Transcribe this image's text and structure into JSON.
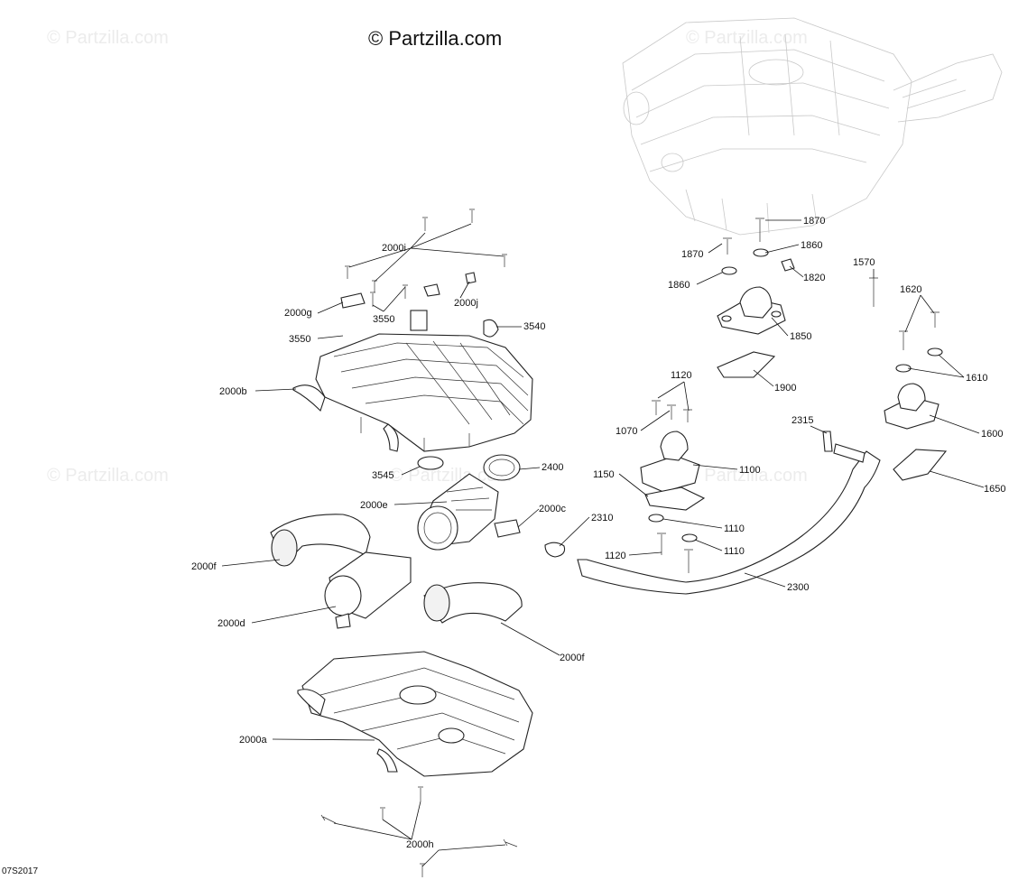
{
  "copyright": "© Partzilla.com",
  "watermark": "© Partzilla.com",
  "drawing_code": "07S2017",
  "callouts": [
    {
      "id": "c-2000i",
      "text": "2000i"
    },
    {
      "id": "c-2000j",
      "text": "2000j"
    },
    {
      "id": "c-2000g",
      "text": "2000g"
    },
    {
      "id": "c-3550a",
      "text": "3550"
    },
    {
      "id": "c-3550b",
      "text": "3550"
    },
    {
      "id": "c-3540",
      "text": "3540"
    },
    {
      "id": "c-2000b",
      "text": "2000b"
    },
    {
      "id": "c-3545",
      "text": "3545"
    },
    {
      "id": "c-2400",
      "text": "2400"
    },
    {
      "id": "c-2000e",
      "text": "2000e"
    },
    {
      "id": "c-2000c",
      "text": "2000c"
    },
    {
      "id": "c-2310",
      "text": "2310"
    },
    {
      "id": "c-2000f-a",
      "text": "2000f"
    },
    {
      "id": "c-2000d",
      "text": "2000d"
    },
    {
      "id": "c-2000f-b",
      "text": "2000f"
    },
    {
      "id": "c-2000a",
      "text": "2000a"
    },
    {
      "id": "c-2000h",
      "text": "2000h"
    },
    {
      "id": "c-1870a",
      "text": "1870"
    },
    {
      "id": "c-1870b",
      "text": "1870"
    },
    {
      "id": "c-1860a",
      "text": "1860"
    },
    {
      "id": "c-1860b",
      "text": "1860"
    },
    {
      "id": "c-1820",
      "text": "1820"
    },
    {
      "id": "c-1850",
      "text": "1850"
    },
    {
      "id": "c-1570",
      "text": "1570"
    },
    {
      "id": "c-1620",
      "text": "1620"
    },
    {
      "id": "c-1610",
      "text": "1610"
    },
    {
      "id": "c-1600",
      "text": "1600"
    },
    {
      "id": "c-1650",
      "text": "1650"
    },
    {
      "id": "c-1900",
      "text": "1900"
    },
    {
      "id": "c-1120a",
      "text": "1120"
    },
    {
      "id": "c-1070",
      "text": "1070"
    },
    {
      "id": "c-1100",
      "text": "1100"
    },
    {
      "id": "c-1150",
      "text": "1150"
    },
    {
      "id": "c-1110a",
      "text": "1110"
    },
    {
      "id": "c-1110b",
      "text": "1110"
    },
    {
      "id": "c-1120b",
      "text": "1120"
    },
    {
      "id": "c-2315",
      "text": "2315"
    },
    {
      "id": "c-2300",
      "text": "2300"
    }
  ]
}
